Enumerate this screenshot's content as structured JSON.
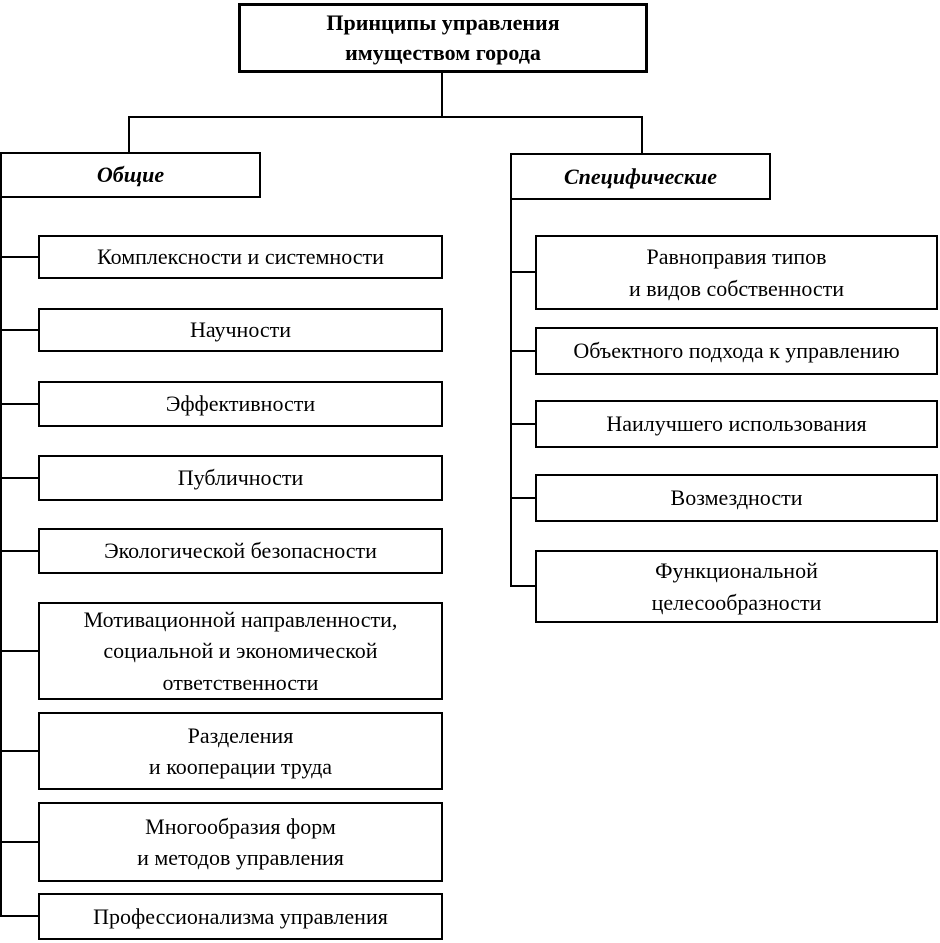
{
  "title": {
    "label": "Принципы управления\nимуществом города"
  },
  "branches": {
    "general": {
      "header": "Общие",
      "items": [
        {
          "label": "Комплексности и системности"
        },
        {
          "label": "Научности"
        },
        {
          "label": "Эффективности"
        },
        {
          "label": "Публичности"
        },
        {
          "label": "Экологической безопасности"
        },
        {
          "label": "Мотивационной направленности,\nсоциальной и экономической\nответственности"
        },
        {
          "label": "Разделения\nи кооперации труда"
        },
        {
          "label": "Многообразия форм\nи методов управления"
        },
        {
          "label": "Профессионализма управления"
        }
      ]
    },
    "specific": {
      "header": "Специфические",
      "items": [
        {
          "label": "Равноправия типов\nи видов собственности"
        },
        {
          "label": "Объектного подхода к управлению"
        },
        {
          "label": "Наилучшего использования"
        },
        {
          "label": "Возмездности"
        },
        {
          "label": "Функциональной\nцелесообразности"
        }
      ]
    }
  },
  "colors": {
    "line": "#000000",
    "background": "#ffffff",
    "text": "#000000"
  }
}
